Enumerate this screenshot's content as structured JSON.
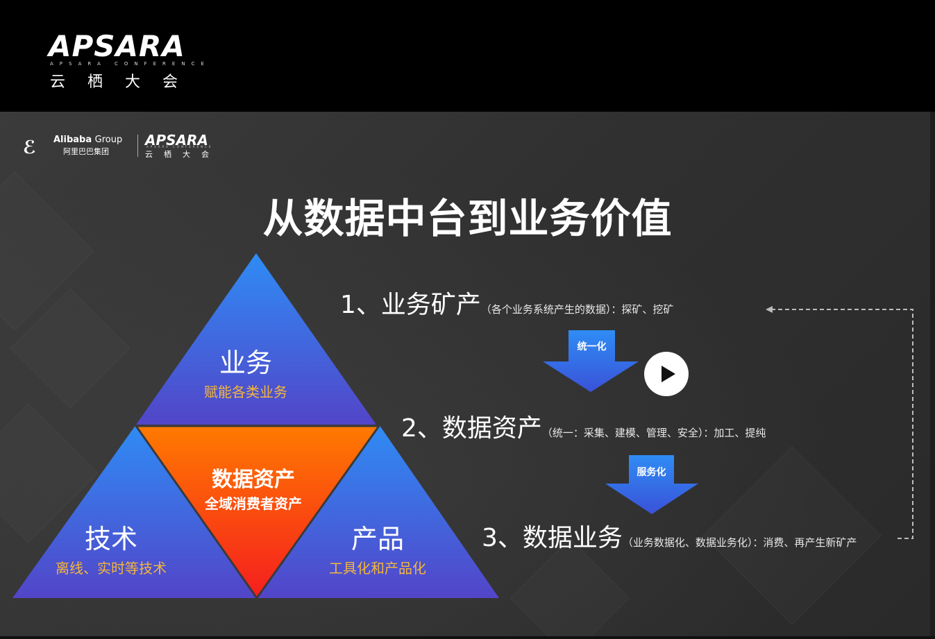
{
  "header": {
    "brand_name": "APSARA",
    "brand_tagline": "APSARA CONFERENCE",
    "brand_cn": "云栖大会"
  },
  "slide": {
    "logo": {
      "alibaba_en": "Alibaba",
      "alibaba_group": "Group",
      "alibaba_cn": "阿里巴巴集团",
      "apsara": "APSARA",
      "apsara_tag": "APSARA CONFERENCE",
      "apsara_cn": "云栖大会"
    },
    "title": "从数据中台到业务价值",
    "pyramid": {
      "top": {
        "label": "业务",
        "sub": "赋能各类业务"
      },
      "center": {
        "label": "数据资产",
        "sub": "全域消费者资产"
      },
      "left": {
        "label": "技术",
        "sub": "离线、实时等技术"
      },
      "right": {
        "label": "产品",
        "sub": "工具化和产品化"
      }
    },
    "steps": [
      {
        "title": "1、业务矿产",
        "detail": "（各个业务系统产生的数据）：探矿、挖矿"
      },
      {
        "title": "2、数据资产",
        "detail": "（统一：采集、建模、管理、安全）：加工、提纯"
      },
      {
        "title": "3、数据业务",
        "detail": "（业务数据化、数据业务化）：消费、再产生新矿产"
      }
    ],
    "arrows": [
      {
        "label": "统一化"
      },
      {
        "label": "服务化"
      }
    ]
  },
  "colors": {
    "background": "#333333",
    "triangle_blue_top": "#2f8cf5",
    "triangle_blue_bottom": "#5245c8",
    "center_orange": "#ff7a00",
    "center_red": "#f51e1e",
    "sub_text": "#f5b63b"
  },
  "icons": [
    "play-icon"
  ]
}
